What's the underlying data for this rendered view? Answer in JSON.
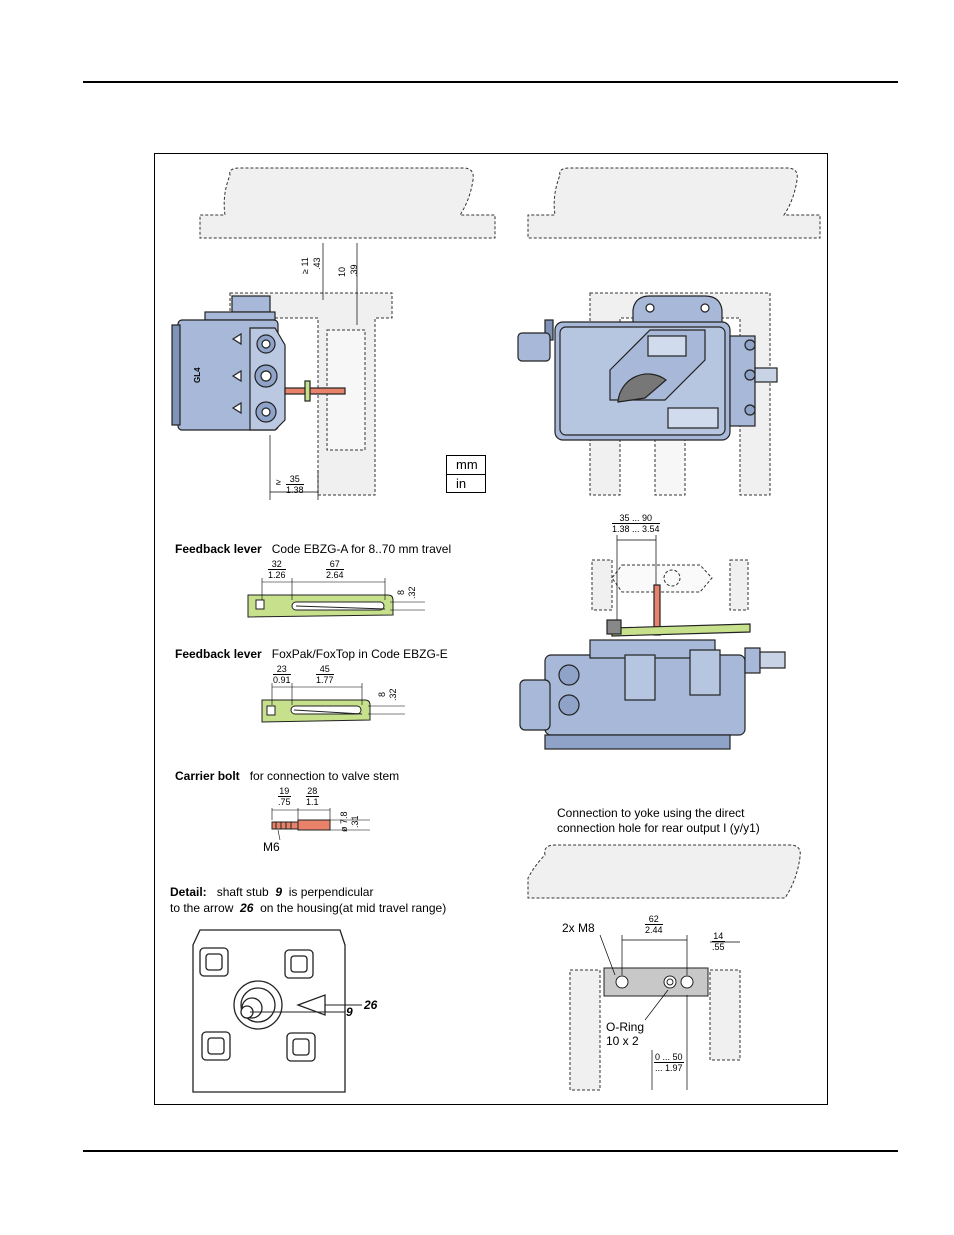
{
  "units": {
    "primary": "mm",
    "secondary": "in"
  },
  "top_left_dims": {
    "gap_min": {
      "symbol": "≥",
      "mm": "11",
      "in": ".43"
    },
    "offset": {
      "mm": "10",
      "in": ".39"
    },
    "width_min": {
      "symbol": "≥",
      "mm": "35",
      "in": "1.38"
    }
  },
  "housing_label": "GL4",
  "feedback_lever_a": {
    "title": "Feedback lever",
    "desc": "Code EBZG-A for 8..70 mm travel",
    "dim1": {
      "mm": "32",
      "in": "1.26"
    },
    "dim2": {
      "mm": "67",
      "in": "2.64"
    },
    "dim3": {
      "mm": "8",
      "in": ".32"
    }
  },
  "feedback_lever_e": {
    "title": "Feedback lever",
    "desc": "FoxPak/FoxTop in Code EBZG-E",
    "dim1": {
      "mm": "23",
      "in": "0.91"
    },
    "dim2": {
      "mm": "45",
      "in": "1.77"
    },
    "dim3": {
      "mm": "8",
      "in": ".32"
    }
  },
  "carrier_bolt": {
    "title": "Carrier bolt",
    "desc": "for connection to valve stem",
    "dim1": {
      "mm": "19",
      "in": ".75"
    },
    "dim2": {
      "mm": "28",
      "in": "1.1"
    },
    "dim3": {
      "mm": "ø 7.8",
      "in": ".31"
    },
    "thread": "M6"
  },
  "detail": {
    "title": "Detail:",
    "line1_pre": "shaft stub",
    "ref_shaft": "9",
    "line1_post": "is perpendicular",
    "line2_pre": "to the arrow",
    "ref_arrow": "26",
    "line2_post": "on the housing(at  mid travel range)"
  },
  "right_mid_dims": {
    "range": {
      "mm": "35 ... 90",
      "in": "1.38 ... 3.54"
    }
  },
  "yoke": {
    "caption_line1": "Connection to yoke using the direct",
    "caption_line2": "connection hole for rear output I (y/y1)",
    "bolts": "2x M8",
    "dim_spacing": {
      "mm": "62",
      "in": "2.44"
    },
    "dim_offset": {
      "mm": "14",
      "in": ".55"
    },
    "oring_line1": "O-Ring",
    "oring_line2": "10 x 2",
    "dim_range": {
      "mm": "0 ... 50",
      "in": "... 1.97"
    }
  },
  "colors": {
    "housing": "#a7b8d8",
    "lever": "#c6e08c",
    "bolt": "#e8826a",
    "yoke": "#c8c8c8"
  }
}
